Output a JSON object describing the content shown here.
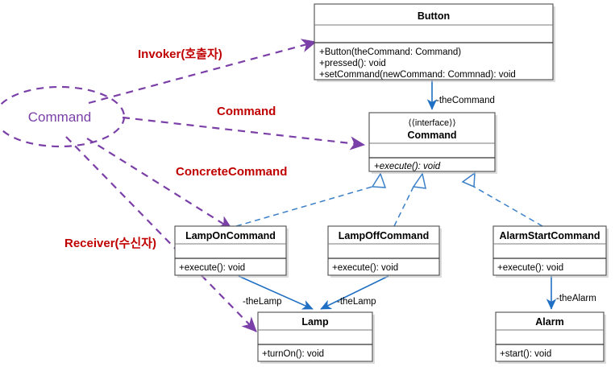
{
  "diagram": {
    "title": "Command Pattern UML Class Diagram",
    "colors": {
      "class_border": "#4d4d4d",
      "association_blue": "#1f6fc4",
      "realization_blue": "#3a7fc8",
      "note_purple": "#7b3fa8",
      "annotation_red": "#c00000",
      "background": "#ffffff"
    }
  },
  "classes": {
    "button": {
      "name": "Button",
      "stereotype": "",
      "attributes": [],
      "operations": [
        "+Button(theCommand: Command)",
        "+pressed(): void",
        "+setCommand(newCommand: Commnad): void"
      ]
    },
    "command": {
      "name": "Command",
      "stereotype": "《 interface 》",
      "stereotype_display": "⟨⟨interface⟩⟩",
      "attributes": [],
      "operations": [
        "+execute(): void"
      ]
    },
    "lamp_on_command": {
      "name": "LampOnCommand",
      "stereotype": "",
      "attributes": [],
      "operations": [
        "+execute(): void"
      ]
    },
    "lamp_off_command": {
      "name": "LampOffCommand",
      "stereotype": "",
      "attributes": [],
      "operations": [
        "+execute(): void"
      ]
    },
    "alarm_start_command": {
      "name": "AlarmStartCommand",
      "stereotype": "",
      "attributes": [],
      "operations": [
        "+execute(): void"
      ]
    },
    "lamp": {
      "name": "Lamp",
      "stereotype": "",
      "attributes": [],
      "operations": [
        "+turnOn(): void"
      ]
    },
    "alarm": {
      "name": "Alarm",
      "stereotype": "",
      "attributes": [],
      "operations": [
        "+start(): void"
      ]
    }
  },
  "role_labels": {
    "the_command": "-theCommand",
    "the_lamp_left": "-theLamp",
    "the_lamp_right": "-theLamp",
    "the_alarm": "-theAlarm"
  },
  "note": {
    "ellipse_label": "Command"
  },
  "annotations": {
    "invoker": "Invoker(호출자)",
    "command": "Command",
    "concrete_command": "ConcreteCommand",
    "receiver": "Receiver(수신자)"
  }
}
